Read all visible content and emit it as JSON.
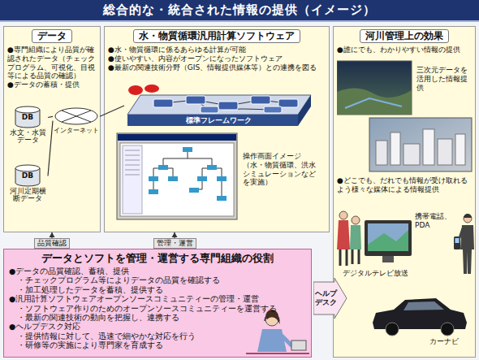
{
  "diagram": {
    "title": "総合的な・統合された情報の提供（イメージ）",
    "nodes": [
      {
        "text": [
          "データ",
          "●専門組織により品質が確認されたデータ（チェックプログラム、可視化、目視等による品質の確認）",
          "●データの蓄積・提供"
        ]
      },
      {
        "text": [
          "DB",
          "水文・水質データ"
        ],
        "in": 0
      },
      {
        "text": [
          "DB",
          "河川定期横断データ"
        ],
        "in": 0
      },
      {
        "text": [
          "インターネット"
        ],
        "in": 0
      },
      {
        "text": [
          "水・物質循環汎用計算ソフトウェア",
          "●水・物質循環に係るあらゆる計算が可能",
          "●使いやすい、内容がオープンになったソフトウェア",
          "●最新の関連技術分野（GIS、情報提供媒体等）との連携を図る"
        ]
      },
      {
        "text": [
          "標準フレームワーク"
        ],
        "in": 4
      },
      {
        "text": [
          "操作画面イメージ（水・物質循環、洪水シミュレーションなどを実施）"
        ],
        "in": 4
      },
      {
        "text": [
          "河川管理上の効果",
          "●誰にでも、わかりやすい情報の提供",
          "●どこでも、だれでも情報が受け取れるよう様々な媒体による情報提供"
        ]
      },
      {
        "text": [
          "三次元データを活用した情報提供"
        ],
        "in": 7
      },
      {
        "text": [
          "携帯電話、PDA"
        ],
        "in": 7
      },
      {
        "text": [
          "デジタルテレビ放送"
        ],
        "in": 7
      },
      {
        "text": [
          "カーナビ"
        ],
        "in": 7
      },
      {
        "text": [
          "データとソフトを管理・運営する専門組織の役割",
          "●データの品質確認、蓄積、提供",
          "・チェックプログラム等によりデータの品質を確認する",
          "・加工処理したデータを蓄積、提供する",
          "●汎用計算ソフトウェアオープンソースコミュニティーの管理・運営",
          "・ソフトウェア作りのためのオープンソースコミュニティーを運営する",
          "・最新の関連技術の動向を把握し、連携する",
          "●ヘルプデスク対応",
          "・提供情報に対して、迅速で細やかな対応を行う",
          "・研修等の実施により専門家を育成する"
        ]
      },
      {
        "text": [
          "ヘルプデスク"
        ]
      }
    ],
    "edges": [
      {
        "from": 1,
        "to": 3,
        "arrow": "none"
      },
      {
        "from": 2,
        "to": 3,
        "arrow": "none"
      },
      {
        "from": 3,
        "to": 5,
        "arrow": "none"
      },
      {
        "from": 12,
        "to": 0,
        "label": "品質確認",
        "arrow": "to"
      },
      {
        "from": 12,
        "to": 4,
        "label": "管理・運営",
        "arrow": "to"
      }
    ]
  }
}
